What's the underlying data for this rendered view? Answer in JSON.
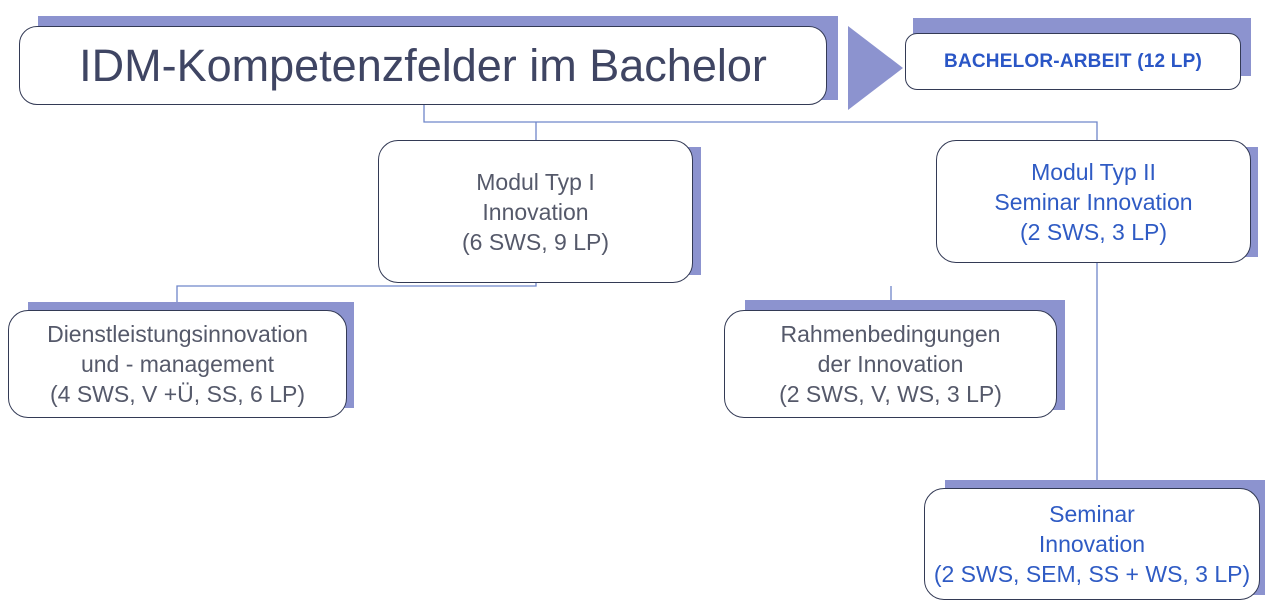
{
  "title": "IDM-Kompetenzfelder im Bachelor",
  "bachelor_arbeit": "BACHELOR-ARBEIT (12 LP)",
  "modul_typ_1": {
    "line1": "Modul Typ I",
    "line2": "Innovation",
    "line3": "(6 SWS, 9 LP)"
  },
  "modul_typ_2": {
    "line1": "Modul Typ II",
    "line2": "Seminar Innovation",
    "line3": "(2 SWS, 3 LP)"
  },
  "dienstleistung": {
    "line1": "Dienstleistungsinnovation",
    "line2": "und - management",
    "line3": "(4 SWS, V +Ü, SS, 6 LP)"
  },
  "rahmenbedingungen": {
    "line1": "Rahmenbedingungen",
    "line2": "der Innovation",
    "line3": "(2 SWS, V, WS, 3 LP)"
  },
  "seminar": {
    "line1": "Seminar",
    "line2": "Innovation",
    "line3": "(2 SWS, SEM, SS + WS, 3 LP)"
  },
  "colors": {
    "shadow": "#8c93cf",
    "border": "#333a55",
    "gray_text": "#55596a",
    "blue_text": "#2f5bc4",
    "connector": "#6f86c9"
  }
}
